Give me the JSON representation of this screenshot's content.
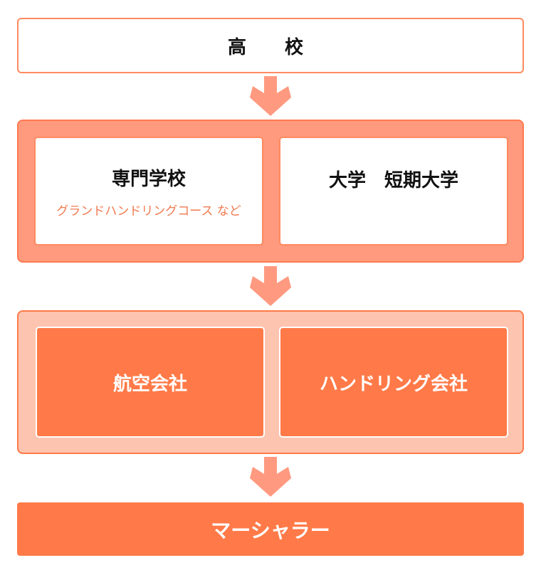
{
  "high_school": "高　校",
  "stage2": {
    "vocational": {
      "title": "専門学校",
      "note": "グランドハンドリングコース など"
    },
    "university": {
      "title": "大学　短期大学"
    }
  },
  "stage3": {
    "airline": "航空会社",
    "handling": "ハンドリング会社"
  },
  "result": "マーシャラー",
  "colors": {
    "accent": "#ff7a48",
    "arrow": "#ff9a80",
    "light": "#fdc4b0"
  }
}
